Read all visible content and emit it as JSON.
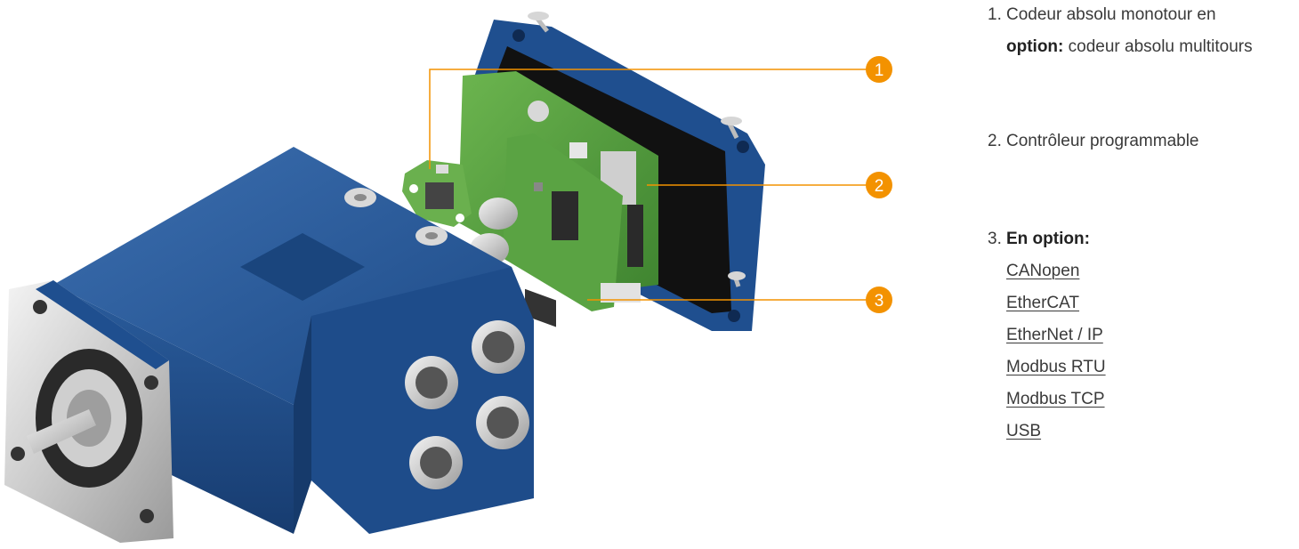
{
  "callouts": [
    {
      "number": "1.",
      "line1": "Codeur absolu monotour en",
      "bold": "option:",
      "line2": " codeur absolu multitours"
    },
    {
      "number": "2.",
      "line1": "Contrôleur programmable"
    },
    {
      "number": "3.",
      "bold": "En option:",
      "links": [
        "CANopen",
        "EtherCAT",
        "EtherNet / IP",
        "Modbus RTU",
        "Modbus TCP",
        "USB"
      ]
    }
  ],
  "markers": [
    "1",
    "2",
    "3"
  ],
  "colors": {
    "accent_orange": "#f39200",
    "motor_blue": "#1f4f8f",
    "pcb_green": "#4c9a3c",
    "text": "#3a3a3a"
  }
}
